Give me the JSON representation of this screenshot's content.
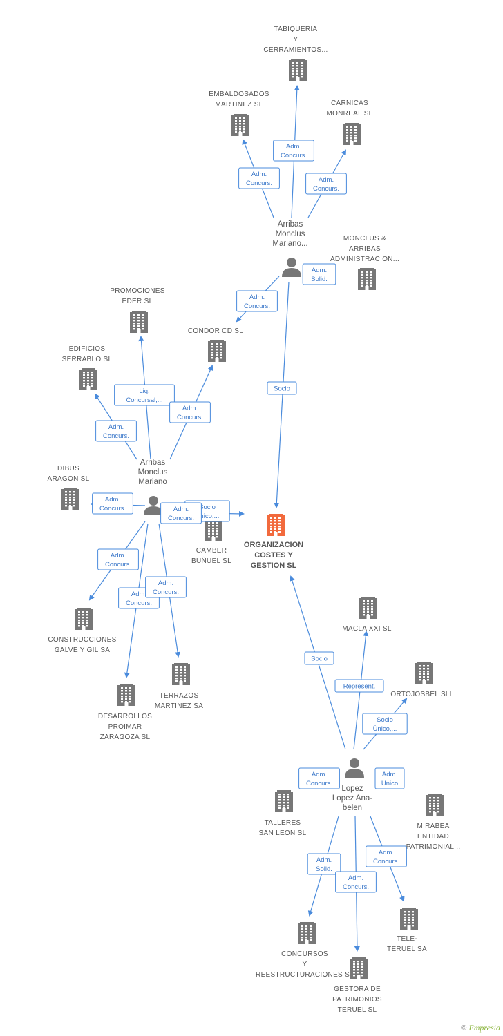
{
  "colors": {
    "edge": "#4a8bdc",
    "building": "#777777",
    "focus": "#f26a3d",
    "person": "#777777"
  },
  "nodes": [
    {
      "id": "tabiqueria",
      "type": "company",
      "lines": [
        "TABIQUERIA",
        "Y",
        "CERRAMIENTOS..."
      ]
    },
    {
      "id": "embaldosados",
      "type": "company",
      "lines": [
        "EMBALDOSADOS",
        "MARTINEZ SL"
      ]
    },
    {
      "id": "carnicas",
      "type": "company",
      "lines": [
        "CARNICAS",
        "MONREAL SL"
      ]
    },
    {
      "id": "arribas1",
      "type": "person",
      "lines": [
        "Arribas",
        "Monclus",
        "Mariano..."
      ]
    },
    {
      "id": "monclus",
      "type": "company",
      "lines": [
        "MONCLUS &",
        "ARRIBAS",
        "ADMINISTRACION..."
      ]
    },
    {
      "id": "promociones",
      "type": "company",
      "lines": [
        "PROMOCIONES",
        "EDER SL"
      ]
    },
    {
      "id": "condor",
      "type": "company",
      "lines": [
        "CONDOR CD SL"
      ]
    },
    {
      "id": "edificios",
      "type": "company",
      "lines": [
        "EDIFICIOS",
        "SERRABLO SL"
      ]
    },
    {
      "id": "arribas2",
      "type": "person",
      "lines": [
        "Arribas",
        "Monclus",
        "Mariano"
      ]
    },
    {
      "id": "dibus",
      "type": "company",
      "lines": [
        "DIBUS",
        "ARAGON SL"
      ]
    },
    {
      "id": "camber",
      "type": "company",
      "lines": [
        "CAMBER",
        "BUÑUEL SL"
      ]
    },
    {
      "id": "organizacion",
      "type": "focus",
      "lines": [
        "ORGANIZACION",
        "COSTES Y",
        "GESTION SL"
      ]
    },
    {
      "id": "construcciones",
      "type": "company",
      "lines": [
        "CONSTRUCCIONES",
        "GALVE Y GIL SA"
      ]
    },
    {
      "id": "desarrollos",
      "type": "company",
      "lines": [
        "DESARROLLOS",
        "PROIMAR",
        "ZARAGOZA SL"
      ]
    },
    {
      "id": "terrazos",
      "type": "company",
      "lines": [
        "TERRAZOS",
        "MARTINEZ SA"
      ]
    },
    {
      "id": "macla",
      "type": "company",
      "lines": [
        "MACLA XXI SL"
      ]
    },
    {
      "id": "ortojosbel",
      "type": "company",
      "lines": [
        "ORTOJOSBEL SLL"
      ]
    },
    {
      "id": "lopez",
      "type": "person",
      "lines": [
        "Lopez",
        "Lopez Ana-",
        "belen"
      ]
    },
    {
      "id": "talleres",
      "type": "company",
      "lines": [
        "TALLERES",
        "SAN LEON SL"
      ]
    },
    {
      "id": "mirabea",
      "type": "company",
      "lines": [
        "MIRABEA",
        "ENTIDAD",
        "PATRIMONIAL..."
      ]
    },
    {
      "id": "concursos",
      "type": "company",
      "lines": [
        "CONCURSOS",
        "Y",
        "REESTRUCTURACIONES SL"
      ]
    },
    {
      "id": "teleteruel",
      "type": "company",
      "lines": [
        "TELE-",
        "TERUEL SA"
      ]
    },
    {
      "id": "gestora",
      "type": "company",
      "lines": [
        "GESTORA DE",
        "PATRIMONIOS",
        "TERUEL SL"
      ]
    }
  ],
  "edges": [
    {
      "from": "arribas1",
      "to": "tabiqueria",
      "lines": [
        "Adm.",
        "Concurs."
      ]
    },
    {
      "from": "arribas1",
      "to": "embaldosados",
      "lines": [
        "Adm.",
        "Concurs."
      ]
    },
    {
      "from": "arribas1",
      "to": "carnicas",
      "lines": [
        "Adm.",
        "Concurs."
      ]
    },
    {
      "from": "arribas1",
      "to": "monclus",
      "lines": [
        "Adm.",
        "Solid."
      ]
    },
    {
      "from": "arribas1",
      "to": "condor",
      "lines": [
        "Adm.",
        "Concurs."
      ]
    },
    {
      "from": "arribas1",
      "to": "organizacion",
      "lines": [
        "Socio"
      ]
    },
    {
      "from": "arribas2",
      "to": "promociones",
      "lines": [
        "Liq.",
        "Concursal,..."
      ]
    },
    {
      "from": "arribas2",
      "to": "condor",
      "lines": [
        "Adm.",
        "Concurs."
      ]
    },
    {
      "from": "arribas2",
      "to": "edificios",
      "lines": [
        "Adm.",
        "Concurs."
      ]
    },
    {
      "from": "arribas2",
      "to": "dibus",
      "lines": [
        "Adm.",
        "Concurs."
      ]
    },
    {
      "from": "arribas2",
      "to": "organizacion",
      "lines": [
        "Socio",
        "Único,..."
      ]
    },
    {
      "from": "arribas2",
      "to": "camber",
      "lines": [
        "Adm.",
        "Concurs."
      ]
    },
    {
      "from": "arribas2",
      "to": "construcciones",
      "lines": [
        "Adm.",
        "Concurs."
      ]
    },
    {
      "from": "arribas2",
      "to": "desarrollos",
      "lines": [
        "Adm.",
        "Concurs."
      ]
    },
    {
      "from": "arribas2",
      "to": "terrazos",
      "lines": [
        "Adm.",
        "Concurs."
      ]
    },
    {
      "from": "lopez",
      "to": "organizacion",
      "lines": [
        "Socio"
      ]
    },
    {
      "from": "lopez",
      "to": "macla",
      "lines": [
        "Represent."
      ]
    },
    {
      "from": "lopez",
      "to": "ortojosbel",
      "lines": [
        "Socio",
        "Único,..."
      ]
    },
    {
      "from": "lopez",
      "to": "talleres",
      "lines": [
        "Adm.",
        "Concurs."
      ]
    },
    {
      "from": "lopez",
      "to": "mirabea",
      "lines": [
        "Adm.",
        "Unico"
      ]
    },
    {
      "from": "lopez",
      "to": "concursos",
      "lines": [
        "Adm.",
        "Solid."
      ]
    },
    {
      "from": "lopez",
      "to": "gestora",
      "lines": [
        "Adm.",
        "Concurs."
      ]
    },
    {
      "from": "lopez",
      "to": "teleteruel",
      "lines": [
        "Adm.",
        "Concurs."
      ]
    }
  ],
  "footer": {
    "copyright": "©",
    "brand": "Empresia"
  }
}
